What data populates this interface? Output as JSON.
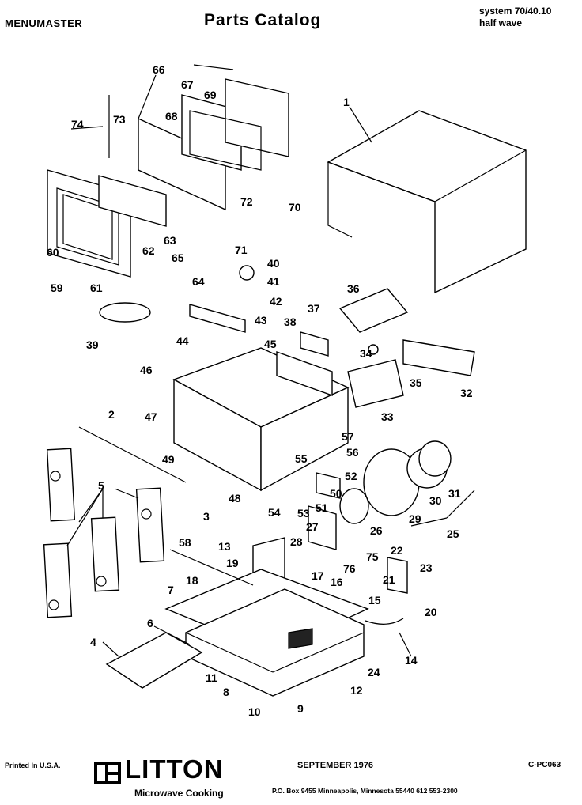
{
  "header": {
    "brand": "MENUMASTER",
    "title": "Parts  Catalog",
    "system_line1": "system 70/40.10",
    "system_line2": "half wave"
  },
  "diagram": {
    "callouts": [
      "1",
      "2",
      "3",
      "4",
      "5",
      "6",
      "7",
      "8",
      "9",
      "10",
      "11",
      "12",
      "13",
      "14",
      "15",
      "16",
      "17",
      "18",
      "19",
      "20",
      "21",
      "22",
      "23",
      "24",
      "25",
      "26",
      "27",
      "28",
      "29",
      "30",
      "31",
      "32",
      "33",
      "34",
      "35",
      "36",
      "37",
      "38",
      "39",
      "40",
      "41",
      "42",
      "43",
      "44",
      "45",
      "46",
      "47",
      "48",
      "49",
      "50",
      "51",
      "52",
      "53",
      "54",
      "55",
      "56",
      "57",
      "58",
      "59",
      "60",
      "61",
      "62",
      "63",
      "64",
      "65",
      "66",
      "67",
      "68",
      "69",
      "70",
      "71",
      "72",
      "73",
      "74",
      "75",
      "76"
    ]
  },
  "footer": {
    "printed": "Printed In U.S.A.",
    "logo_word": "LITTON",
    "logo_sub": "Microwave Cooking",
    "date": "SEPTEMBER 1976",
    "code": "C-PC063",
    "address": "P.O. Box 9455   Minneapolis, Minnesota 55440   612  553-2300"
  }
}
